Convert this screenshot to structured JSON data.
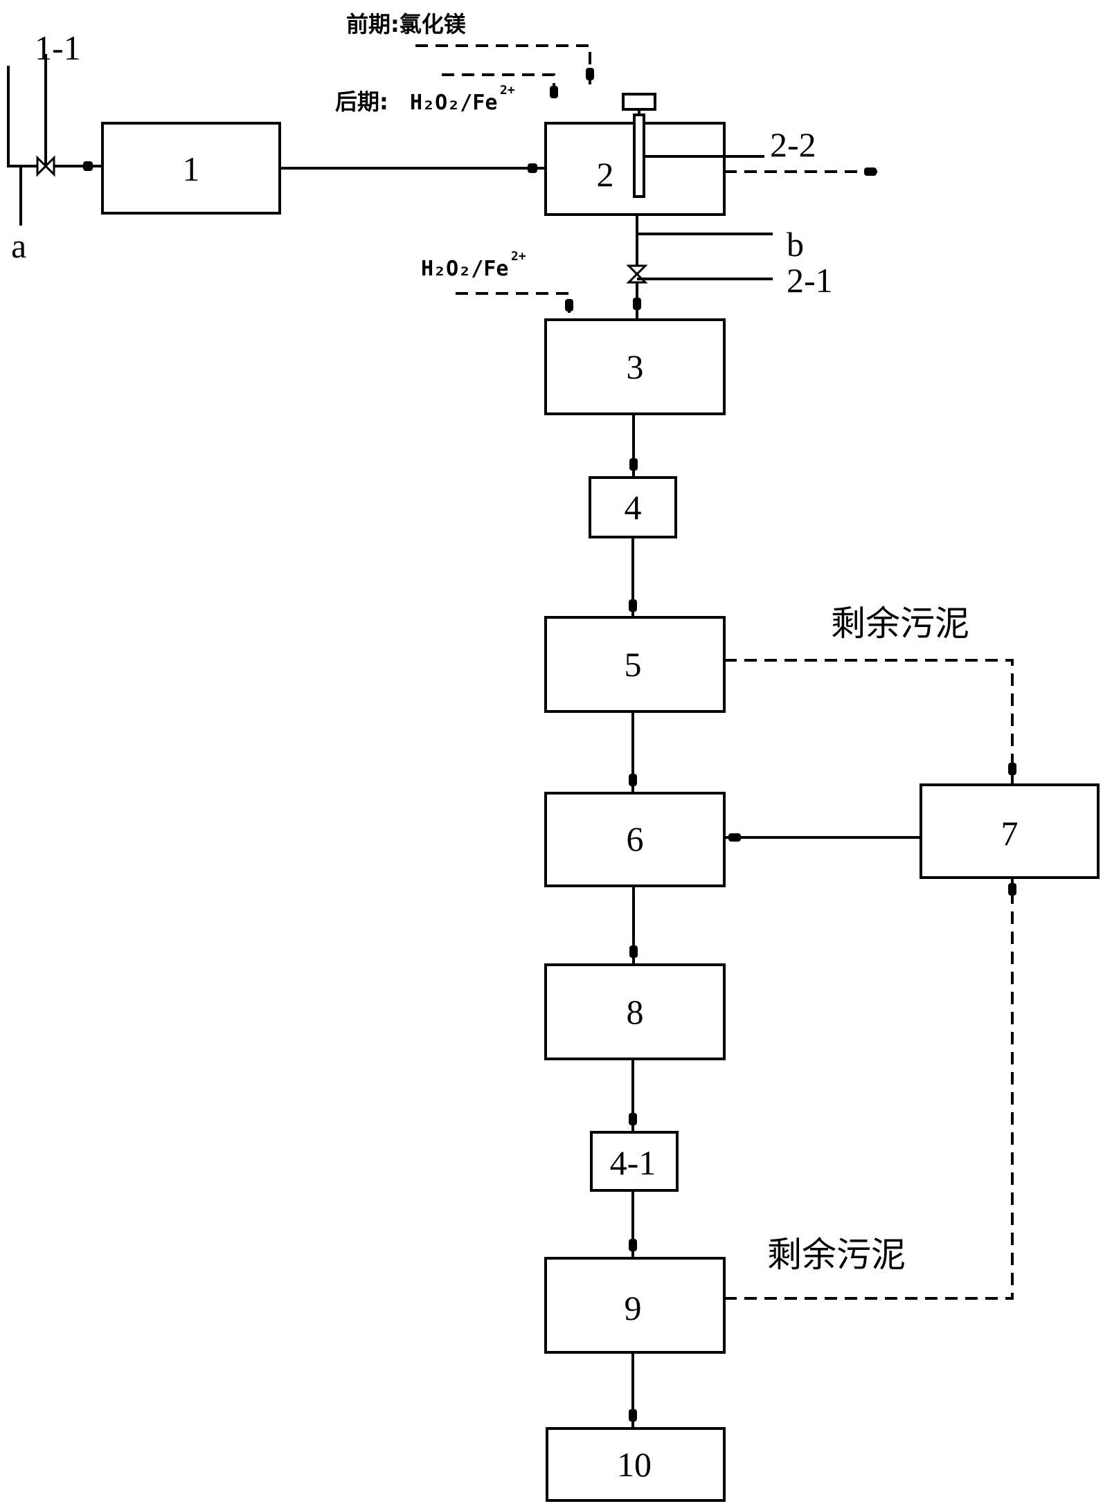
{
  "stages": {
    "early": "前期:氯化镁",
    "late_prefix": "后期:",
    "late_reagent": "H₂O₂/Fe",
    "late_charge": "2+"
  },
  "reagent_3": {
    "formula": "H₂O₂/Fe",
    "charge": "2+"
  },
  "labels": {
    "a": "a",
    "b": "b",
    "v11": "1-1",
    "v21": "2-1",
    "probe22": "2-2",
    "sludge_upper": "剩余污泥",
    "sludge_lower": "剩余污泥"
  },
  "boxes": {
    "b1": "1",
    "b2": "2",
    "b3": "3",
    "b4": "4",
    "b5": "5",
    "b6": "6",
    "b7": "7",
    "b8": "8",
    "b41": "4-1",
    "b9": "9",
    "b10": "10"
  }
}
